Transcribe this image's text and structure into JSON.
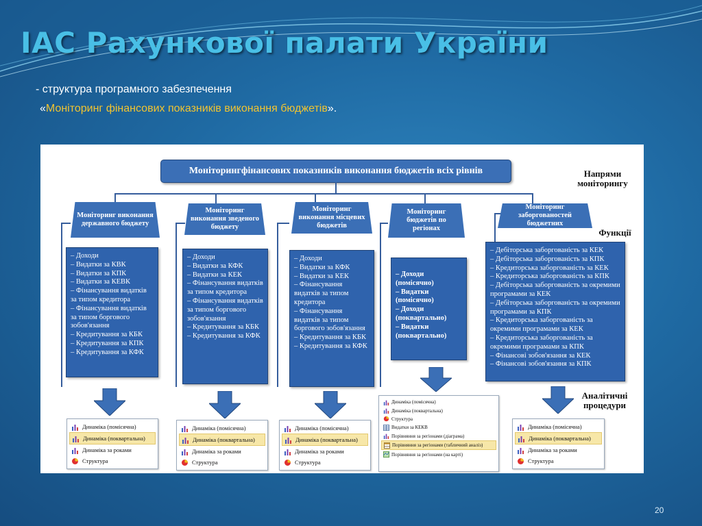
{
  "slide": {
    "title": "ІАС Рахункової палати України",
    "subtitle_line1": "- структура програмного забезпечення",
    "subtitle_prefix": "«",
    "subtitle_highlight": "Моніторинг фінансових показників виконання бюджетів",
    "subtitle_suffix": "».",
    "page_number": "20"
  },
  "colors": {
    "title": "#49bfe6",
    "highlight": "#f2c430",
    "box": "#3b6fb6"
  },
  "diagram": {
    "top": "Моніторингфінансових показників виконання бюджетів всіх рівнів",
    "label_directions": "Напрями моніторингу",
    "label_functions": "Функції",
    "label_procedures": "Аналітичні процедури",
    "directions": [
      {
        "title": "Моніторинг виконання державного бюджету",
        "functions": [
          "– Доходи",
          "– Видатки за КВК",
          "– Видатки за КПК",
          "– Видатки за КЕВК",
          "– Фінансування видатків за типом кредитора",
          "– Фінансування видатків за типом боргового зобов'язання",
          "– Кредитування за КБК",
          "– Кредитування за КПК",
          "– Кредитування за КФК"
        ],
        "procedures": [
          {
            "icon": "bar-chart-icon",
            "label": "Динаміка (помісячна)"
          },
          {
            "icon": "bar-chart-icon",
            "label": "Динаміка (поквартальна)"
          },
          {
            "icon": "bar-chart-icon",
            "label": "Динаміка за роками"
          },
          {
            "icon": "pie-chart-icon",
            "label": "Структура"
          }
        ]
      },
      {
        "title": "Моніторинг виконання зведеного бюджету",
        "functions": [
          "– Доходи",
          "– Видатки за КФК",
          "– Видатки за КЕК",
          "– Фінансування видатків за типом кредитора",
          "– Фінансування видатків за типом боргового зобов'язання",
          "– Кредитування за КБК",
          "– Кредитування за КФК"
        ],
        "procedures": [
          {
            "icon": "bar-chart-icon",
            "label": "Динаміка (помісячна)"
          },
          {
            "icon": "bar-chart-icon",
            "label": "Динаміка (поквартальна)"
          },
          {
            "icon": "bar-chart-icon",
            "label": "Динаміка за роками"
          },
          {
            "icon": "pie-chart-icon",
            "label": "Структура"
          }
        ]
      },
      {
        "title": "Моніторинг виконання місцевих бюджетів",
        "functions": [
          "– Доходи",
          "– Видатки за КФК",
          "– Видатки за КЕК",
          "– Фінансування видатків за типом кредитора",
          "– Фінансування видатків за типом боргового зобов'язання",
          "– Кредитування за КБК",
          "– Кредитування за КФК"
        ],
        "procedures": [
          {
            "icon": "bar-chart-icon",
            "label": "Динаміка (помісячна)"
          },
          {
            "icon": "bar-chart-icon",
            "label": "Динаміка (поквартальна)"
          },
          {
            "icon": "bar-chart-icon",
            "label": "Динаміка за роками"
          },
          {
            "icon": "pie-chart-icon",
            "label": "Структура"
          }
        ]
      },
      {
        "title": "Моніторинг бюджетів по регіонах",
        "functions": [
          "– Доходи (помісячно)",
          "– Видатки (помісячно)",
          "– Доходи (поквартально)",
          "– Видатки (поквартально)"
        ],
        "procedures": [
          {
            "icon": "bar-chart-icon",
            "label": "Динаміка (помісячна)"
          },
          {
            "icon": "bar-chart-icon",
            "label": "Динаміка (поквартальна)"
          },
          {
            "icon": "pie-chart-icon",
            "label": "Структура"
          },
          {
            "icon": "grid-icon",
            "label": "Видатки за КЕКВ"
          },
          {
            "icon": "bar-chart-icon",
            "label": "Порівняння за регіонами (діаграма)"
          },
          {
            "icon": "table-icon",
            "label": "Порівняння за регіонами (табличний аналіз)"
          },
          {
            "icon": "map-icon",
            "label": "Порівняння за регіонами (на карті)"
          }
        ]
      },
      {
        "title": "Моніторинг заборгованостей бюджетних",
        "functions": [
          "– Дебіторська заборгованість за КЕК",
          "– Дебіторська заборгованість за КПК",
          "– Кредиторська заборгованість за КЕК",
          "– Кредиторська заборгованість за КПК",
          "– Дебіторська заборгованість за окремими програмами за КЕК",
          "– Дебіторська заборгованість за окремими програмами за КПК",
          "– Кредиторська заборгованість за окремими програмами за КЕК",
          "– Кредиторська заборгованість за окремими програмами за КПК",
          "– Фінансові зобов'язання за КЕК",
          "– Фінансові зобов'язання за КПК"
        ],
        "procedures": [
          {
            "icon": "bar-chart-icon",
            "label": "Динаміка (помісячна)"
          },
          {
            "icon": "bar-chart-icon",
            "label": "Динаміка (поквартальна)"
          },
          {
            "icon": "bar-chart-icon",
            "label": "Динаміка за роками"
          },
          {
            "icon": "pie-chart-icon",
            "label": "Структура"
          }
        ]
      }
    ]
  }
}
